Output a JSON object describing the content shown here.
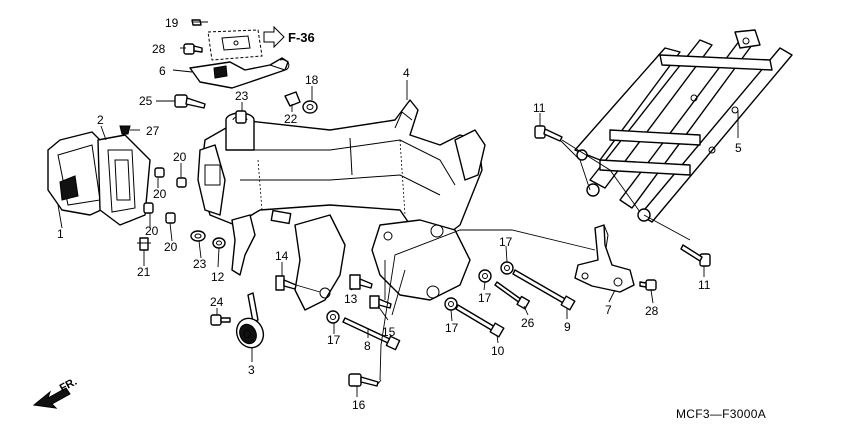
{
  "diagram_code": "MCF3—F3000A",
  "ref_page": "F-36",
  "direction_label": "FR.",
  "callouts": {
    "c1": "1",
    "c2": "2",
    "c3": "3",
    "c4": "4",
    "c5": "5",
    "c6": "6",
    "c7": "7",
    "c8": "8",
    "c9": "9",
    "c10": "10",
    "c11a": "11",
    "c11b": "11",
    "c12": "12",
    "c13": "13",
    "c14": "14",
    "c15": "15",
    "c16": "16",
    "c17a": "17",
    "c17b": "17",
    "c17c": "17",
    "c17d": "17",
    "c18": "18",
    "c19": "19",
    "c20a": "20",
    "c20b": "20",
    "c20c": "20",
    "c21": "21",
    "c22": "22",
    "c23a": "23",
    "c23b": "23",
    "c24": "24",
    "c25": "25",
    "c26": "26",
    "c27": "27",
    "c28a": "28",
    "c28b": "28"
  }
}
